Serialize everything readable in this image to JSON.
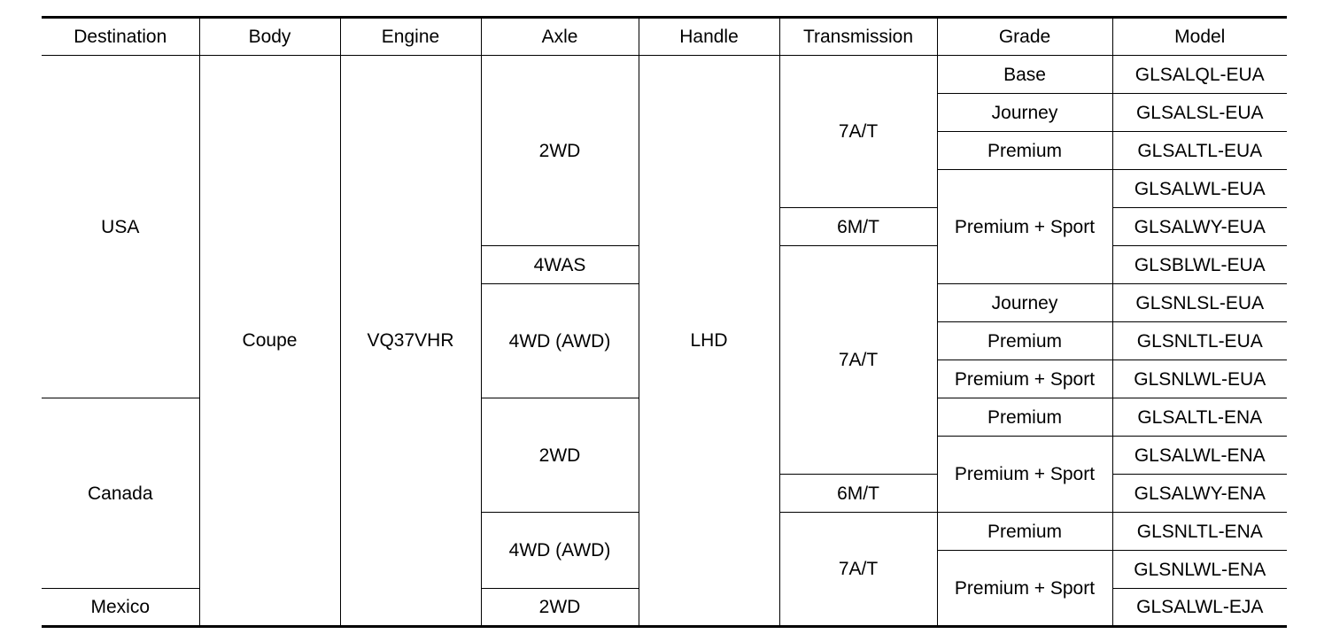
{
  "headers": [
    "Destination",
    "Body",
    "Engine",
    "Axle",
    "Handle",
    "Transmission",
    "Grade",
    "Model"
  ],
  "destinations": {
    "usa": "USA",
    "canada": "Canada",
    "mexico": "Mexico"
  },
  "body": "Coupe",
  "engine": "VQ37VHR",
  "handle": "LHD",
  "axles": {
    "a1": "2WD",
    "a2": "4WAS",
    "a3": "4WD (AWD)",
    "a4": "2WD",
    "a5": "4WD (AWD)",
    "a6": "2WD"
  },
  "transmissions": {
    "t1": "7A/T",
    "t2": "6M/T",
    "t3": "7A/T",
    "t4": "6M/T",
    "t5": "7A/T"
  },
  "grades": {
    "g1": "Base",
    "g2": "Journey",
    "g3": "Premium",
    "g4": "Premium + Sport",
    "g5": "Journey",
    "g6": "Premium",
    "g7": "Premium + Sport",
    "g8": "Premium",
    "g9": "Premium + Sport",
    "g10": "Premium",
    "g11": "Premium + Sport"
  },
  "models": [
    "GLSALQL-EUA",
    "GLSALSL-EUA",
    "GLSALTL-EUA",
    "GLSALWL-EUA",
    "GLSALWY-EUA",
    "GLSBLWL-EUA",
    "GLSNLSL-EUA",
    "GLSNLTL-EUA",
    "GLSNLWL-EUA",
    "GLSALTL-ENA",
    "GLSALWL-ENA",
    "GLSALWY-ENA",
    "GLSNLTL-ENA",
    "GLSNLWL-ENA",
    "GLSALWL-EJA"
  ]
}
